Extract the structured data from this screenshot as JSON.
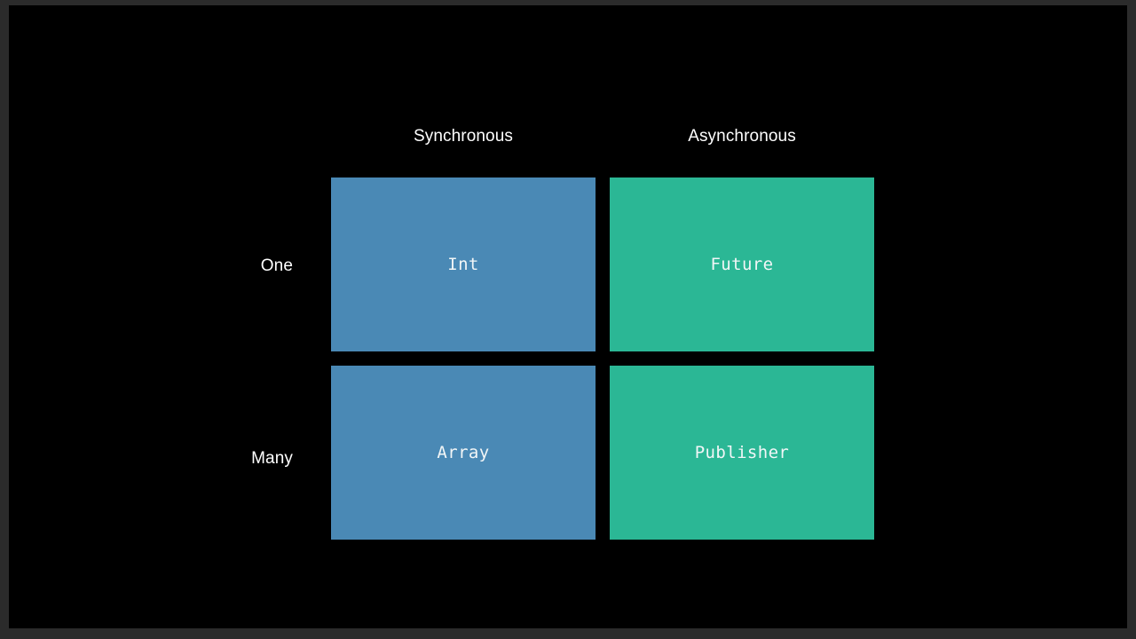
{
  "slide": {
    "background_color": "#000000",
    "frame_color": "#2b2b2b",
    "text_color": "#ffffff"
  },
  "matrix": {
    "column_headers": [
      {
        "label": "Synchronous",
        "key": "sync"
      },
      {
        "label": "Asynchronous",
        "key": "async"
      }
    ],
    "row_labels": [
      {
        "label": "One",
        "key": "one"
      },
      {
        "label": "Many",
        "key": "many"
      }
    ],
    "cells": [
      {
        "row": "one",
        "column": "sync",
        "label": "Int",
        "color": "#4a89b5",
        "text_color": "#f2f6f7"
      },
      {
        "row": "one",
        "column": "async",
        "label": "Future",
        "color": "#2bb795",
        "text_color": "#f2f6f7"
      },
      {
        "row": "many",
        "column": "sync",
        "label": "Array",
        "color": "#4a89b5",
        "text_color": "#f2f6f7"
      },
      {
        "row": "many",
        "column": "async",
        "label": "Publisher",
        "color": "#2bb795",
        "text_color": "#f2f6f7"
      }
    ]
  },
  "chart_data": {
    "type": "table",
    "title": "",
    "categories": [
      "Synchronous",
      "Asynchronous"
    ],
    "rows": [
      "One",
      "Many"
    ],
    "values": [
      [
        "Int",
        "Future"
      ],
      [
        "Array",
        "Publisher"
      ]
    ],
    "cell_colors": [
      [
        "#4a89b5",
        "#2bb795"
      ],
      [
        "#4a89b5",
        "#2bb795"
      ]
    ],
    "xlabel": "",
    "ylabel": "",
    "grid": false,
    "legend": "none"
  }
}
